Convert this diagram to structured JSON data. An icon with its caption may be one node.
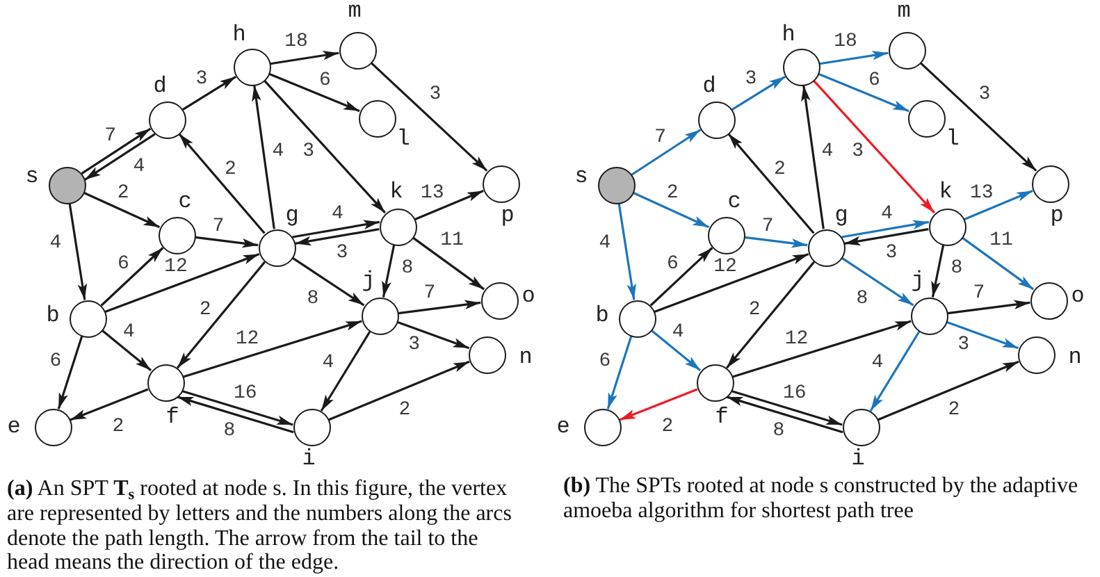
{
  "diagram": {
    "nodes": [
      {
        "text": [],
        "shape": "circle",
        "beside": [
          "s"
        ]
      },
      {
        "text": [],
        "shape": "circle",
        "beside": [
          "d"
        ]
      },
      {
        "text": [],
        "shape": "circle",
        "beside": [
          "h"
        ]
      },
      {
        "text": [],
        "shape": "circle",
        "beside": [
          "m"
        ]
      },
      {
        "text": [],
        "shape": "circle",
        "beside": [
          "l"
        ]
      },
      {
        "text": [],
        "shape": "circle",
        "beside": [
          "c"
        ]
      },
      {
        "text": [],
        "shape": "circle",
        "beside": [
          "g"
        ]
      },
      {
        "text": [],
        "shape": "circle",
        "beside": [
          "k"
        ]
      },
      {
        "text": [],
        "shape": "circle",
        "beside": [
          "p"
        ]
      },
      {
        "text": [],
        "shape": "circle",
        "beside": [
          "b"
        ]
      },
      {
        "text": [],
        "shape": "circle",
        "beside": [
          "j"
        ]
      },
      {
        "text": [],
        "shape": "circle",
        "beside": [
          "o"
        ]
      },
      {
        "text": [],
        "shape": "circle",
        "beside": [
          "f"
        ]
      },
      {
        "text": [],
        "shape": "circle",
        "beside": [
          "n"
        ]
      },
      {
        "text": [],
        "shape": "circle",
        "beside": [
          "e"
        ]
      },
      {
        "text": [],
        "shape": "circle",
        "beside": [
          "i"
        ]
      },
      {
        "text": [],
        "shape": "circle",
        "beside": [
          "s"
        ]
      },
      {
        "text": [],
        "shape": "circle",
        "beside": [
          "d"
        ]
      },
      {
        "text": [],
        "shape": "circle",
        "beside": [
          "h"
        ]
      },
      {
        "text": [],
        "shape": "circle",
        "beside": [
          "m"
        ]
      },
      {
        "text": [],
        "shape": "circle",
        "beside": [
          "l"
        ]
      },
      {
        "text": [],
        "shape": "circle",
        "beside": [
          "c"
        ]
      },
      {
        "text": [],
        "shape": "circle",
        "beside": [
          "g"
        ]
      },
      {
        "text": [],
        "shape": "circle",
        "beside": [
          "k"
        ]
      },
      {
        "text": [],
        "shape": "circle",
        "beside": [
          "p"
        ]
      },
      {
        "text": [],
        "shape": "circle",
        "beside": [
          "b"
        ]
      },
      {
        "text": [],
        "shape": "circle",
        "beside": [
          "j"
        ]
      },
      {
        "text": [],
        "shape": "circle",
        "beside": [
          "o"
        ]
      },
      {
        "text": [],
        "shape": "circle",
        "beside": [
          "f"
        ]
      },
      {
        "text": [],
        "shape": "circle",
        "beside": [
          "n"
        ]
      },
      {
        "text": [],
        "shape": "circle",
        "beside": [
          "e"
        ]
      },
      {
        "text": [],
        "shape": "circle",
        "beside": [
          "i"
        ]
      }
    ],
    "edges": [
      {
        "from": 0,
        "to": 1,
        "arrow": "to",
        "label": "7"
      },
      {
        "from": 1,
        "to": 0,
        "arrow": "to",
        "label": "4"
      },
      {
        "from": 0,
        "to": 5,
        "arrow": "to",
        "label": "2"
      },
      {
        "from": 0,
        "to": 9,
        "arrow": "to",
        "label": "4"
      },
      {
        "from": 1,
        "to": 2,
        "arrow": "to",
        "label": "3"
      },
      {
        "from": 2,
        "to": 3,
        "arrow": "to",
        "label": "18"
      },
      {
        "from": 2,
        "to": 4,
        "arrow": "to",
        "label": "6"
      },
      {
        "from": 2,
        "to": 7,
        "arrow": "to",
        "label": "3"
      },
      {
        "from": 3,
        "to": 8,
        "arrow": "to",
        "label": "3"
      },
      {
        "from": 6,
        "to": 1,
        "arrow": "to",
        "label": "2"
      },
      {
        "from": 6,
        "to": 2,
        "arrow": "to",
        "label": "4"
      },
      {
        "from": 5,
        "to": 6,
        "arrow": "to",
        "label": "7"
      },
      {
        "from": 6,
        "to": 7,
        "arrow": "to",
        "label": "4"
      },
      {
        "from": 7,
        "to": 6,
        "arrow": "to",
        "label": "3"
      },
      {
        "from": 7,
        "to": 8,
        "arrow": "to",
        "label": "13"
      },
      {
        "from": 7,
        "to": 11,
        "arrow": "to",
        "label": "11"
      },
      {
        "from": 7,
        "to": 10,
        "arrow": "to",
        "label": "8"
      },
      {
        "from": 9,
        "to": 5,
        "arrow": "to",
        "label": "6"
      },
      {
        "from": 9,
        "to": 6,
        "arrow": "to",
        "label": "12"
      },
      {
        "from": 9,
        "to": 12,
        "arrow": "to",
        "label": "4"
      },
      {
        "from": 9,
        "to": 14,
        "arrow": "to",
        "label": "6"
      },
      {
        "from": 6,
        "to": 12,
        "arrow": "to",
        "label": "2"
      },
      {
        "from": 6,
        "to": 10,
        "arrow": "to",
        "label": "8"
      },
      {
        "from": 10,
        "to": 11,
        "arrow": "to",
        "label": "7"
      },
      {
        "from": 10,
        "to": 13,
        "arrow": "to",
        "label": "3"
      },
      {
        "from": 10,
        "to": 15,
        "arrow": "to",
        "label": "4"
      },
      {
        "from": 12,
        "to": 10,
        "arrow": "to",
        "label": "12"
      },
      {
        "from": 12,
        "to": 14,
        "arrow": "to",
        "label": "2"
      },
      {
        "from": 12,
        "to": 15,
        "arrow": "to",
        "label": "16"
      },
      {
        "from": 15,
        "to": 12,
        "arrow": "to",
        "label": "8"
      },
      {
        "from": 15,
        "to": 13,
        "arrow": "to",
        "label": "2"
      },
      {
        "from": 16,
        "to": 17,
        "arrow": "to",
        "label": "7",
        "color": "#1b75bc"
      },
      {
        "from": 16,
        "to": 21,
        "arrow": "to",
        "label": "2",
        "color": "#1b75bc"
      },
      {
        "from": 16,
        "to": 25,
        "arrow": "to",
        "label": "4",
        "color": "#1b75bc"
      },
      {
        "from": 17,
        "to": 18,
        "arrow": "to",
        "label": "3",
        "color": "#1b75bc"
      },
      {
        "from": 18,
        "to": 19,
        "arrow": "to",
        "label": "18",
        "color": "#1b75bc"
      },
      {
        "from": 18,
        "to": 20,
        "arrow": "to",
        "label": "6",
        "color": "#1b75bc"
      },
      {
        "from": 18,
        "to": 23,
        "arrow": "to",
        "label": "3",
        "color": "#ec1c24"
      },
      {
        "from": 19,
        "to": 24,
        "arrow": "to",
        "label": "3"
      },
      {
        "from": 22,
        "to": 17,
        "arrow": "to",
        "label": "2"
      },
      {
        "from": 22,
        "to": 18,
        "arrow": "to",
        "label": "4"
      },
      {
        "from": 21,
        "to": 22,
        "arrow": "to",
        "label": "7",
        "color": "#1b75bc"
      },
      {
        "from": 22,
        "to": 23,
        "arrow": "to",
        "label": "4",
        "color": "#1b75bc"
      },
      {
        "from": 23,
        "to": 22,
        "arrow": "to",
        "label": "3"
      },
      {
        "from": 23,
        "to": 24,
        "arrow": "to",
        "label": "13",
        "color": "#1b75bc"
      },
      {
        "from": 23,
        "to": 27,
        "arrow": "to",
        "label": "11",
        "color": "#1b75bc"
      },
      {
        "from": 23,
        "to": 26,
        "arrow": "to",
        "label": "8"
      },
      {
        "from": 25,
        "to": 21,
        "arrow": "to",
        "label": "6"
      },
      {
        "from": 25,
        "to": 22,
        "arrow": "to",
        "label": "12"
      },
      {
        "from": 25,
        "to": 28,
        "arrow": "to",
        "label": "4",
        "color": "#1b75bc"
      },
      {
        "from": 25,
        "to": 30,
        "arrow": "to",
        "label": "6",
        "color": "#1b75bc"
      },
      {
        "from": 22,
        "to": 28,
        "arrow": "to",
        "label": "2"
      },
      {
        "from": 22,
        "to": 26,
        "arrow": "to",
        "label": "8",
        "color": "#1b75bc"
      },
      {
        "from": 26,
        "to": 27,
        "arrow": "to",
        "label": "7"
      },
      {
        "from": 26,
        "to": 29,
        "arrow": "to",
        "label": "3",
        "color": "#1b75bc"
      },
      {
        "from": 26,
        "to": 31,
        "arrow": "to",
        "label": "4",
        "color": "#1b75bc"
      },
      {
        "from": 28,
        "to": 26,
        "arrow": "to",
        "label": "12"
      },
      {
        "from": 28,
        "to": 30,
        "arrow": "to",
        "label": "2",
        "color": "#ec1c24"
      },
      {
        "from": 28,
        "to": 31,
        "arrow": "to",
        "label": "16"
      },
      {
        "from": 31,
        "to": 28,
        "arrow": "to",
        "label": "8"
      },
      {
        "from": 31,
        "to": 29,
        "arrow": "to",
        "label": "2"
      }
    ],
    "labels": [
      "**(a)** An SPT **T**$_{s}$ rooted at node s. In this figure, the vertex are represented by letters and the numbers along the arcs denote the path length. The arrow from the tail to the head means the direction of the edge.",
      "**(b)** The SPTs rooted at node s constructed by the adaptive amoeba algorithm for shortest path tree"
    ]
  }
}
